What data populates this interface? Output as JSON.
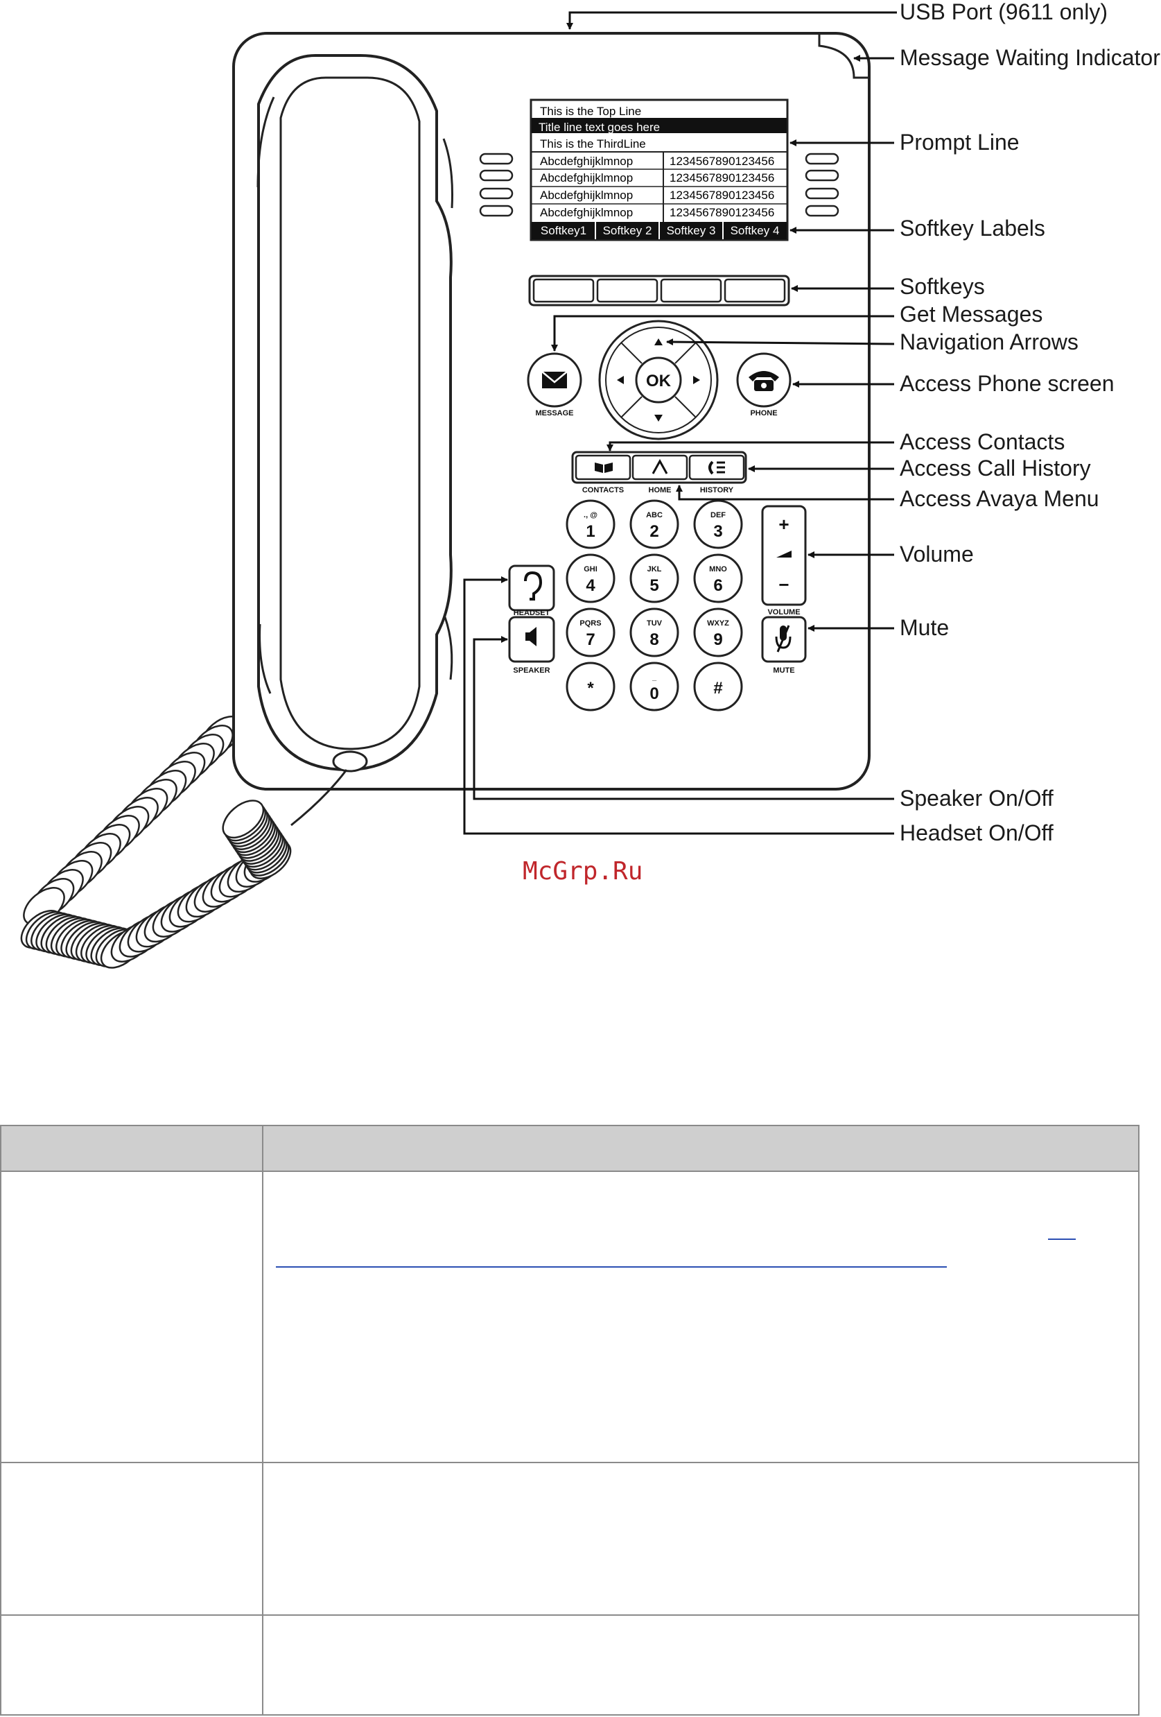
{
  "callouts": {
    "usb": "USB Port (9611 only)",
    "mwi": "Message Waiting Indicator",
    "prompt": "Prompt Line",
    "softkey_labels": "Softkey Labels",
    "softkeys": "Softkeys",
    "get_messages": "Get Messages",
    "nav_arrows": "Navigation Arrows",
    "phone_screen": "Access Phone screen",
    "contacts": "Access Contacts",
    "call_history": "Access Call History",
    "avaya_menu": "Access Avaya Menu",
    "volume": "Volume",
    "mute": "Mute",
    "speaker": "Speaker On/Off",
    "headset": "Headset On/Off"
  },
  "screen": {
    "top_line": "This is the Top Line",
    "title_line": "Title line text goes here",
    "third_line": "This is the ThirdLine",
    "rows": [
      {
        "left": "Abcdefghijklmnop",
        "right": "1234567890123456"
      },
      {
        "left": "Abcdefghijklmnop",
        "right": "1234567890123456"
      },
      {
        "left": "Abcdefghijklmnop",
        "right": "1234567890123456"
      },
      {
        "left": "Abcdefghijklmnop",
        "right": "1234567890123456"
      }
    ],
    "softkeys": [
      "Softkey1",
      "Softkey 2",
      "Softkey 3",
      "Softkey 4"
    ]
  },
  "buttons": {
    "message": "MESSAGE",
    "phone": "PHONE",
    "ok": "OK",
    "contacts": "CONTACTS",
    "home": "HOME",
    "history": "HISTORY",
    "headset": "HEADSET",
    "speaker": "SPEAKER",
    "volume": "VOLUME",
    "mute": "MUTE",
    "vol_plus": "+",
    "vol_minus": "−"
  },
  "keypad": [
    {
      "digit": "1",
      "letters": "., @"
    },
    {
      "digit": "2",
      "letters": "ABC"
    },
    {
      "digit": "3",
      "letters": "DEF"
    },
    {
      "digit": "4",
      "letters": "GHI"
    },
    {
      "digit": "5",
      "letters": "JKL"
    },
    {
      "digit": "6",
      "letters": "MNO"
    },
    {
      "digit": "7",
      "letters": "PQRS"
    },
    {
      "digit": "8",
      "letters": "TUV"
    },
    {
      "digit": "9",
      "letters": "WXYZ"
    },
    {
      "digit": "*",
      "letters": ""
    },
    {
      "digit": "0",
      "letters": "_"
    },
    {
      "digit": "#",
      "letters": ""
    }
  ],
  "watermark": "McGrp.Ru"
}
